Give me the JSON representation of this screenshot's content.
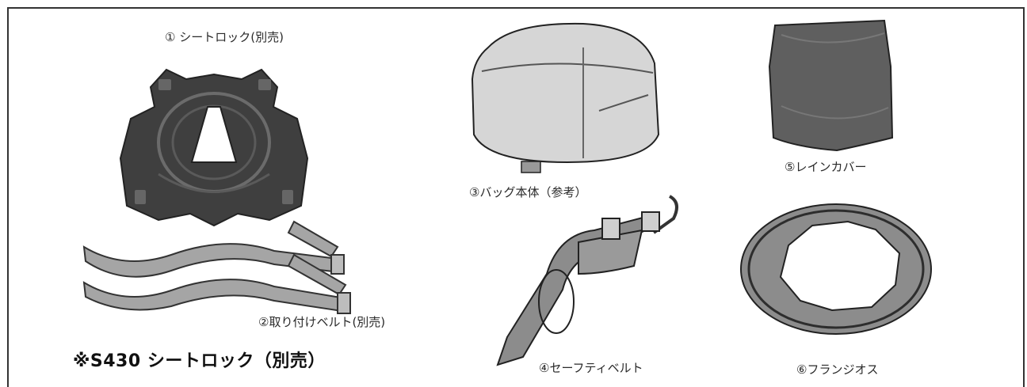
{
  "labels": {
    "seat_lock": "① シートロック(別売)",
    "belts": "②取り付けベルト(別売)",
    "bag": "③バッグ本体（参考）",
    "safety_belt": "④セーフティベルト",
    "rain_cover": "⑤レインカバー",
    "flange": "⑥フランジオス"
  },
  "note": "※S430 シートロック（別売）",
  "colors": {
    "dark_part": "#3f3f3f",
    "grey_part": "#8c8c8c",
    "light_part": "#d6d6d6",
    "outline": "#222222"
  }
}
